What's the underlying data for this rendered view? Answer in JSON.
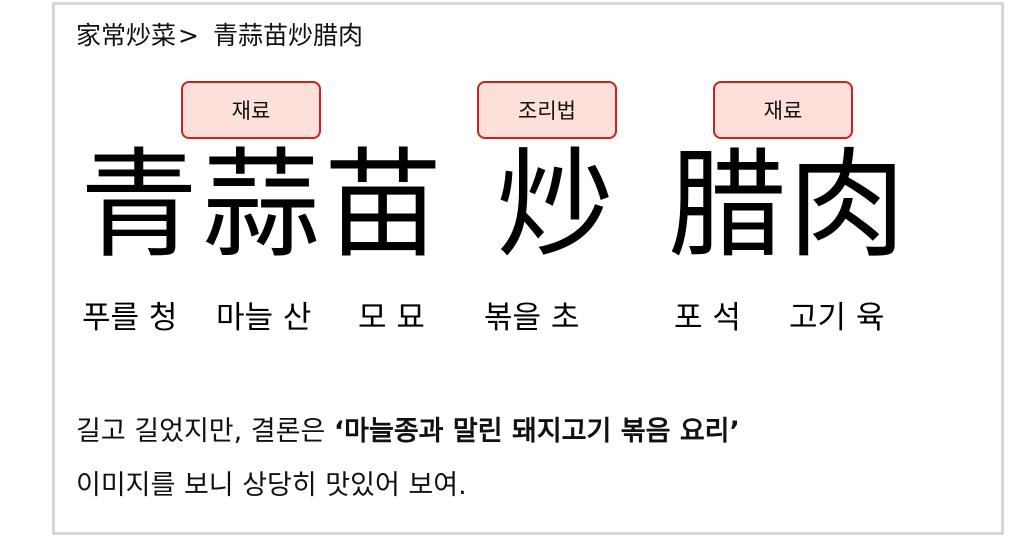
{
  "breadcrumb": {
    "parent": "家常炒菜",
    "separator": ">",
    "current": "青蒜苗炒腊肉"
  },
  "tags": {
    "ingredient_1": "재료",
    "method": "조리법",
    "ingredient_2": "재료"
  },
  "characters": {
    "group_1": "青蒜苗",
    "group_2": "炒",
    "group_3": "腊肉"
  },
  "readings": {
    "qing": "푸를 청",
    "suan": "마늘 산",
    "miao": "모 묘",
    "chao": "볶을 초",
    "la": "포 석",
    "rou": "고기 육"
  },
  "conclusion": {
    "line1_prefix": "길고 길었지만, 결론은 ",
    "line1_emphasis": "‘마늘종과 말린 돼지고기 볶음 요리’",
    "line2": "이미지를 보니 상당히 맛있어 보여."
  }
}
